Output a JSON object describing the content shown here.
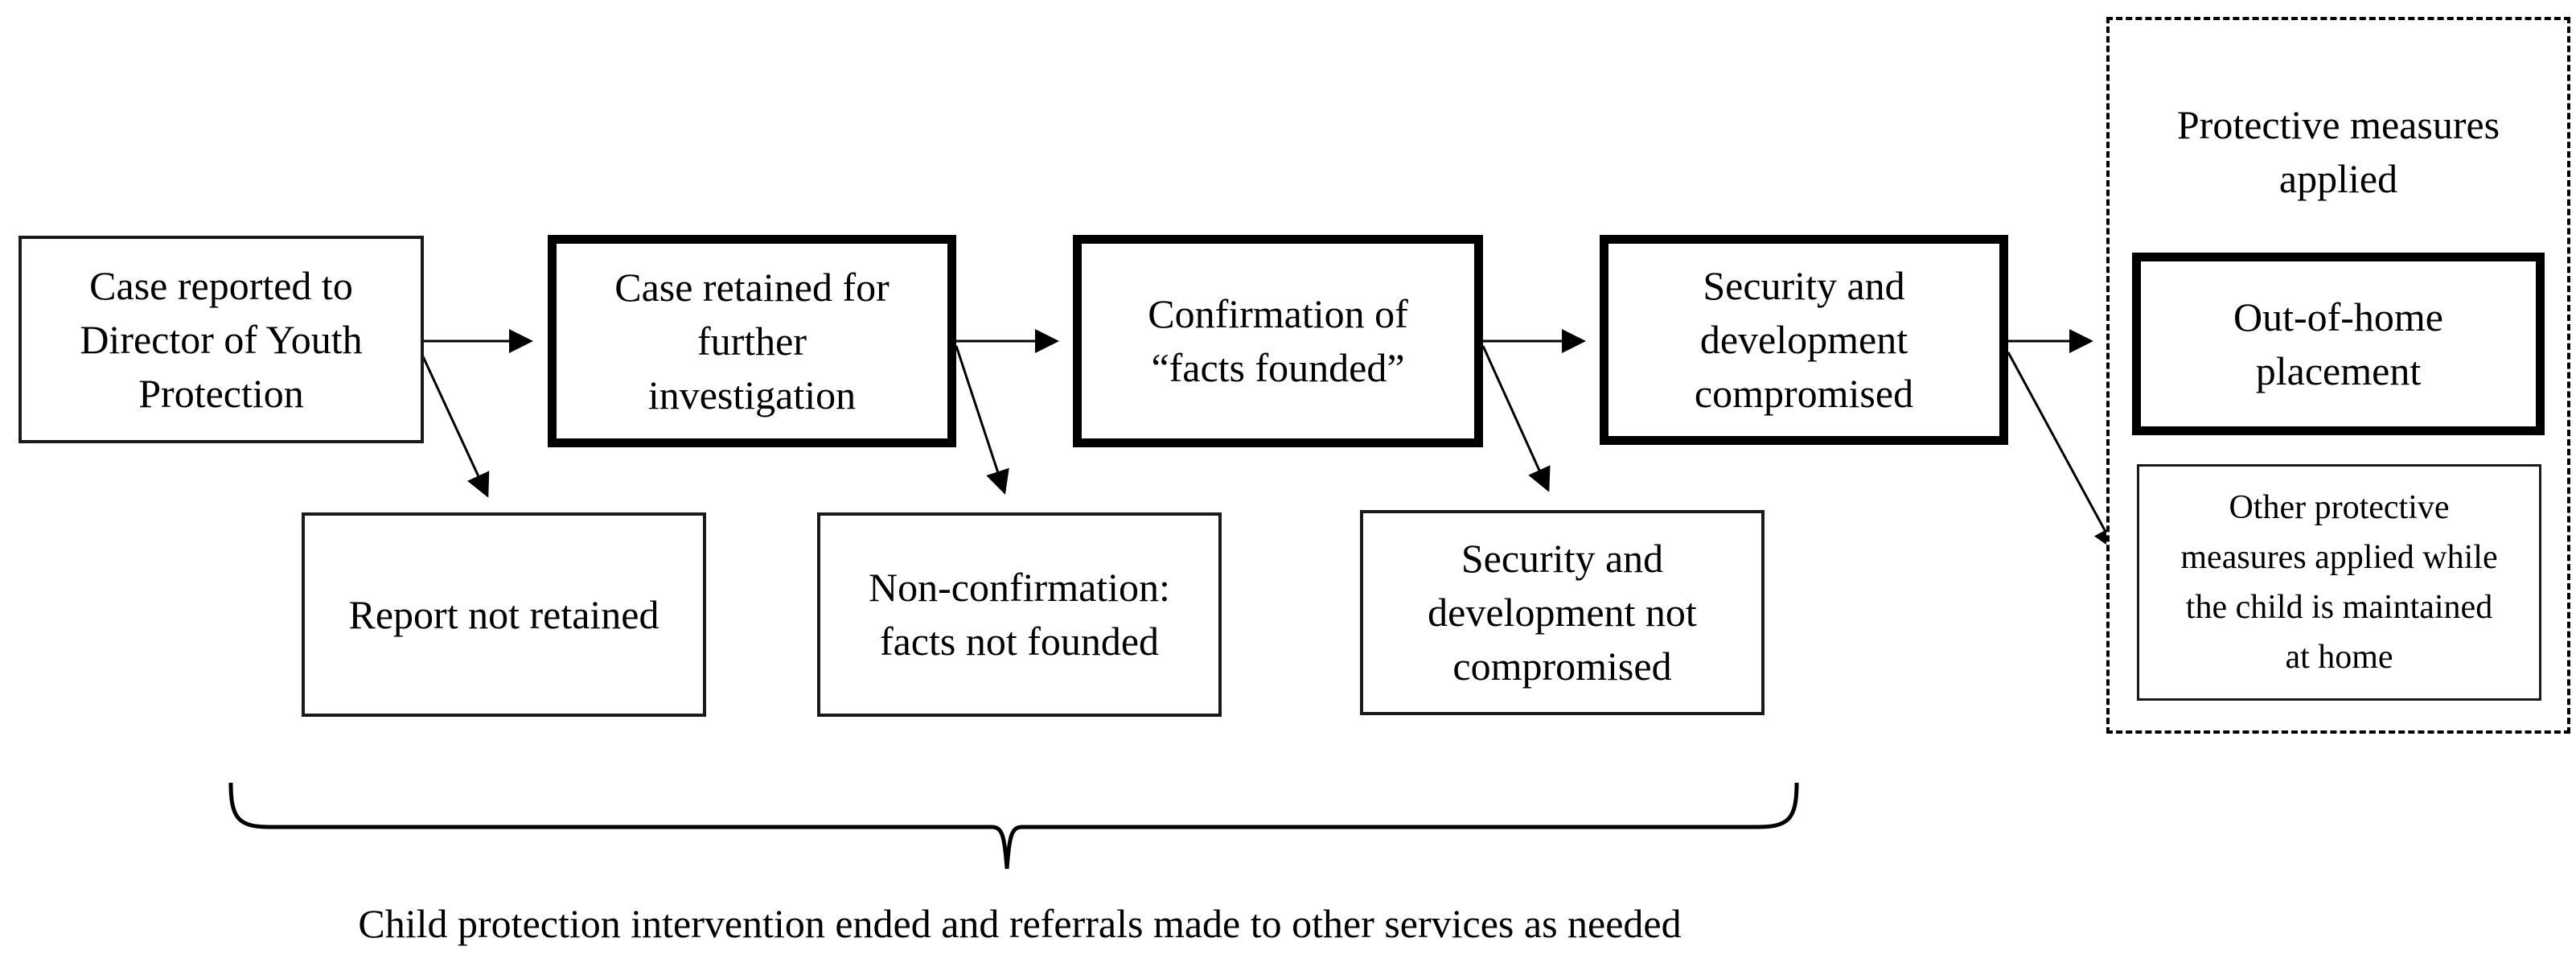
{
  "diagram": {
    "type": "flowchart",
    "colors": {
      "line": "#000000",
      "background": "#ffffff"
    },
    "main_flow": [
      {
        "id": "case-reported",
        "label": "Case reported to Director of Youth Protection",
        "border": "thin"
      },
      {
        "id": "case-retained",
        "label": "Case retained for further investigation",
        "border": "thick"
      },
      {
        "id": "confirmation",
        "label": "Confirmation of “facts founded”",
        "border": "thick"
      },
      {
        "id": "security-compromised",
        "label": "Security and development compromised",
        "border": "thick"
      }
    ],
    "exit_flow": [
      {
        "id": "report-not-retained",
        "label": "Report not retained"
      },
      {
        "id": "non-confirmation",
        "label": "Non-confirmation: facts not founded"
      },
      {
        "id": "security-not-compromised",
        "label": "Security and development not compromised"
      }
    ],
    "outcome_group": {
      "title": "Protective measures applied",
      "items": [
        {
          "id": "out-of-home",
          "label": "Out-of-home placement",
          "border": "thick"
        },
        {
          "id": "other-measures",
          "label": "Other protective measures applied while the child is maintained at home",
          "border": "thin"
        }
      ]
    },
    "caption": "Child protection intervention ended and referrals made to other services as needed"
  }
}
